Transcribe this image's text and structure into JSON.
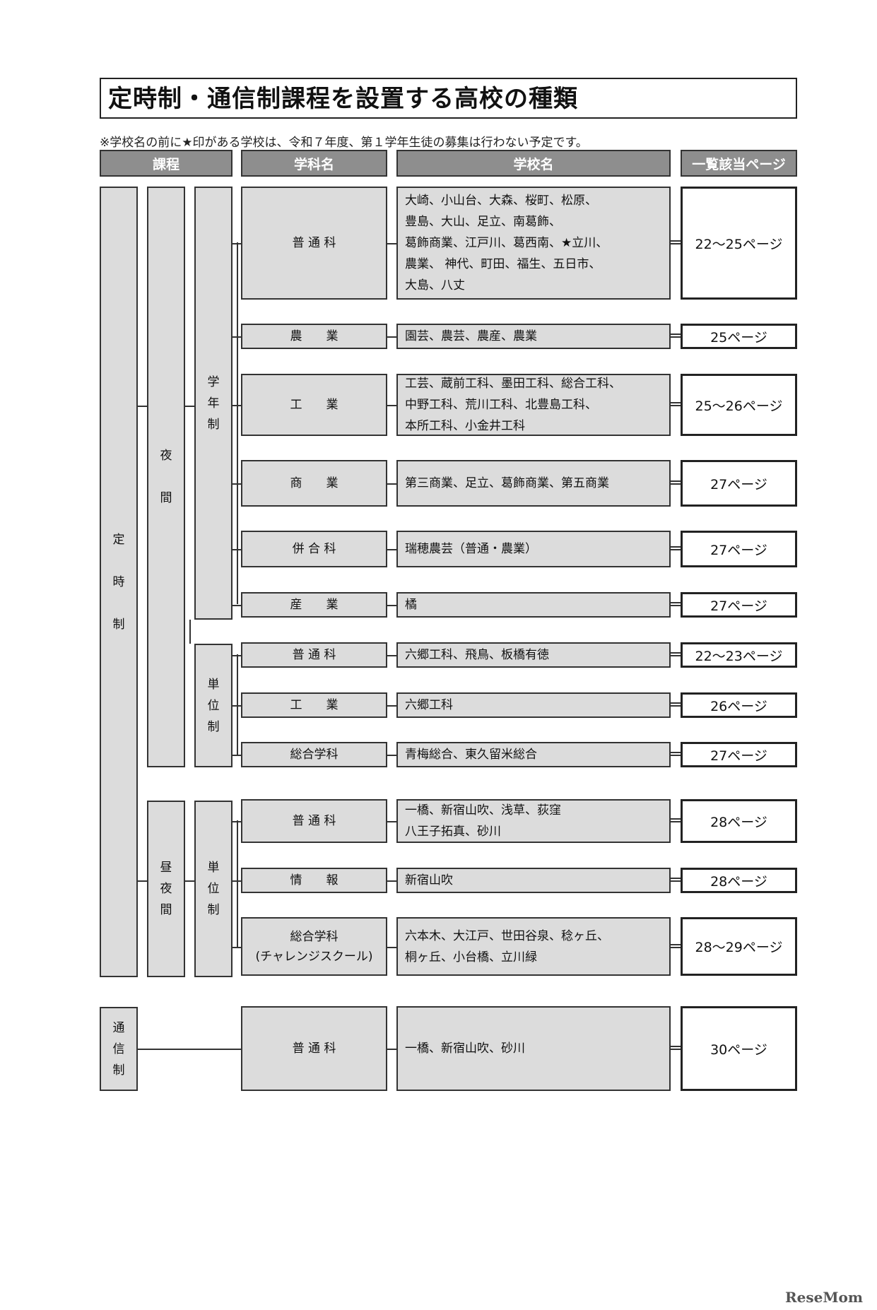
{
  "title": "定時制・通信制課程を設置する高校の種類",
  "note": "※学校名の前に★印がある学校は、令和７年度、第１学年生徒の募集は行わない予定です。",
  "headers": {
    "course": "課程",
    "department": "学科名",
    "school": "学校名",
    "page": "一覧該当ページ"
  },
  "courses": {
    "teijisei": [
      "定",
      "時",
      "制"
    ],
    "yakan": [
      "夜",
      "間"
    ],
    "chuyakan": [
      "昼",
      "夜",
      "間"
    ],
    "gakunensei": [
      "学",
      "年",
      "制"
    ],
    "taniisei_1": [
      "単",
      "位",
      "制"
    ],
    "taniisei_2": [
      "単",
      "位",
      "制"
    ],
    "tsushinsei": [
      "通",
      "信",
      "制"
    ]
  },
  "rows": [
    {
      "dept": "普 通 科",
      "schools": [
        "大崎、小山台、大森、桜町、松原、",
        "豊島、大山、足立、南葛飾、",
        "葛飾商業、江戸川、葛西南、★立川、",
        "農業、 神代、町田、福生、五日市、",
        "大島、八丈"
      ],
      "page": "22～25ページ"
    },
    {
      "dept": "農　　業",
      "schools": [
        "園芸、農芸、農産、農業"
      ],
      "page": "25ページ"
    },
    {
      "dept": "工　　業",
      "schools": [
        "工芸、蔵前工科、墨田工科、総合工科、",
        "中野工科、荒川工科、北豊島工科、",
        "本所工科、小金井工科"
      ],
      "page": "25～26ページ"
    },
    {
      "dept": "商　　業",
      "schools": [
        "第三商業、足立、葛飾商業、第五商業"
      ],
      "page": "27ページ"
    },
    {
      "dept": "併 合 科",
      "schools": [
        "瑞穂農芸（普通・農業）"
      ],
      "page": "27ページ"
    },
    {
      "dept": "産　　業",
      "schools": [
        "橘"
      ],
      "page": "27ページ"
    },
    {
      "dept": "普 通 科",
      "schools": [
        "六郷工科、飛鳥、板橋有徳"
      ],
      "page": "22～23ページ"
    },
    {
      "dept": "工　　業",
      "schools": [
        "六郷工科"
      ],
      "page": "26ページ"
    },
    {
      "dept": "総合学科",
      "schools": [
        "青梅総合、東久留米総合"
      ],
      "page": "27ページ"
    },
    {
      "dept": "普 通 科",
      "schools": [
        "一橋、新宿山吹、浅草、荻窪",
        "八王子拓真、砂川"
      ],
      "page": "28ページ"
    },
    {
      "dept": "情　　報",
      "schools": [
        "新宿山吹"
      ],
      "page": "28ページ"
    },
    {
      "dept": "総合学科\n(チャレンジスクール)",
      "schools": [
        "六本木、大江戸、世田谷泉、稔ヶ丘、",
        "桐ヶ丘、小台橋、立川緑"
      ],
      "page": "28～29ページ"
    },
    {
      "dept": "普 通 科",
      "schools": [
        "一橋、新宿山吹、砂川"
      ],
      "page": "30ページ"
    }
  ],
  "watermark": "ReseMom"
}
